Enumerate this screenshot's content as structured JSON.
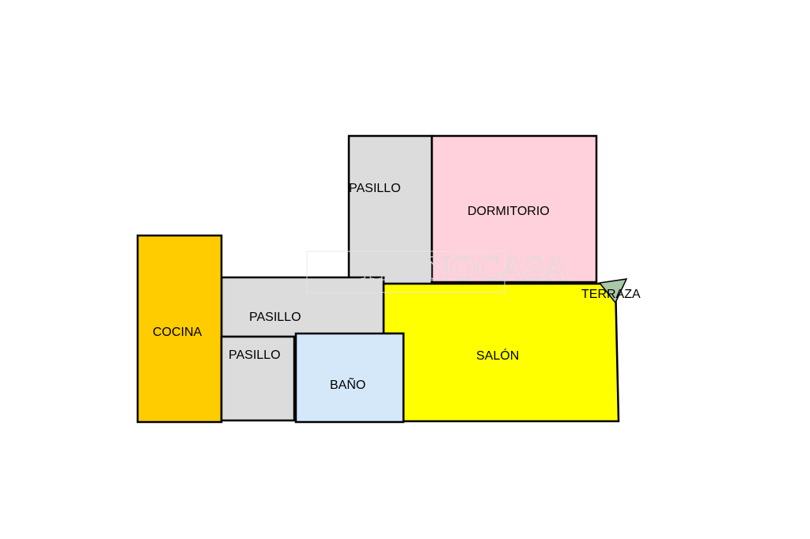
{
  "floor_plan": {
    "rooms": [
      {
        "id": "cocina",
        "label": "COCINA",
        "color": "#FFCC00"
      },
      {
        "id": "pasillo-central",
        "label": "PASILLO",
        "color": "#DCDCDC"
      },
      {
        "id": "pasillo-inferior",
        "label": "PASILLO",
        "color": "#DCDCDC"
      },
      {
        "id": "bano",
        "label": "BAÑO",
        "color": "#D5E8FA"
      },
      {
        "id": "salon",
        "label": "SALÓN",
        "color": "#FFFF00"
      },
      {
        "id": "pasillo-superior",
        "label": "PASILLO",
        "color": "#DCDCDC"
      },
      {
        "id": "dormitorio",
        "label": "DORMITORIO",
        "color": "#FFD1DC"
      },
      {
        "id": "terraza",
        "label": "TERRAZA",
        "color": "#A8C8A8"
      }
    ],
    "watermark": {
      "text": "TECNOCASA",
      "color": "#DCDCDC"
    }
  }
}
